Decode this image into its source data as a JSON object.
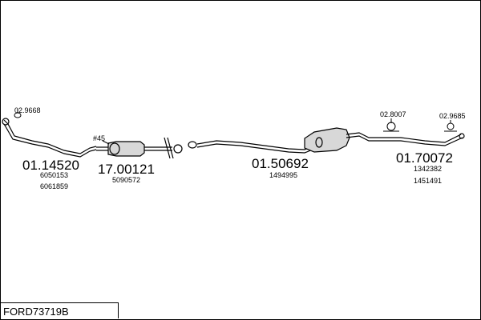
{
  "title": "FORD73719B",
  "small_refs": {
    "ref_a": "02.9668",
    "ref_b": "#45",
    "ref_c": "02.8007",
    "ref_d": "02.9685"
  },
  "parts": [
    {
      "number": "01.14520",
      "oe": [
        "6050153",
        "6061859"
      ]
    },
    {
      "number": "17.00121",
      "oe": [
        "5090572"
      ]
    },
    {
      "number": "01.50692",
      "oe": [
        "1494995"
      ]
    },
    {
      "number": "01.70072",
      "oe": [
        "1342382",
        "1451491"
      ]
    }
  ]
}
